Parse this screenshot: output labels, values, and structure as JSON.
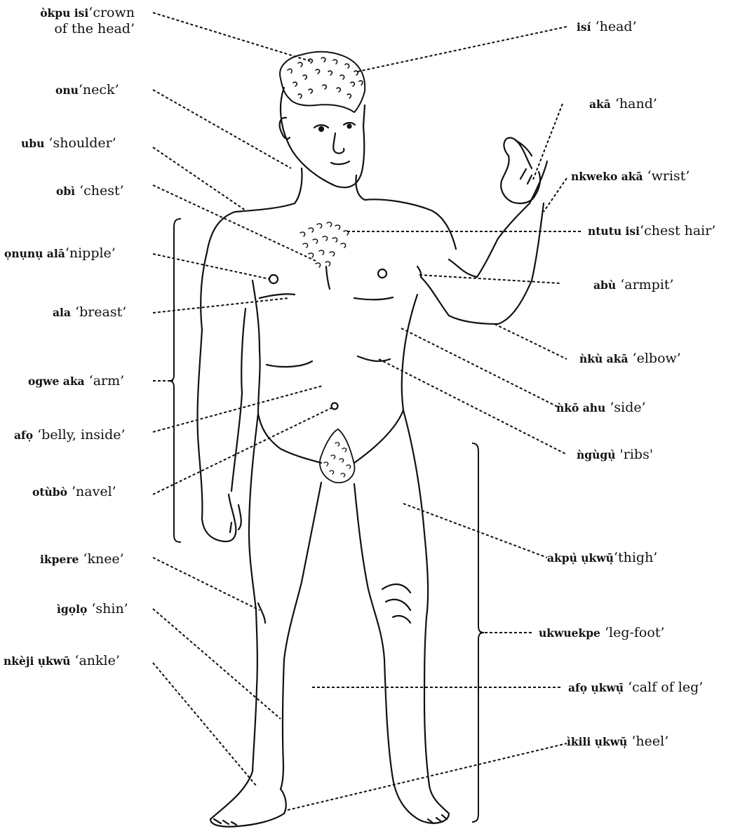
{
  "labels": [
    {
      "id": "crown",
      "word": "òkpu isi",
      "gloss": "‘crown\nof the head’"
    },
    {
      "id": "head",
      "word": "isí",
      "gloss": " ‘head’"
    },
    {
      "id": "neck",
      "word": "onu",
      "gloss": "‘neck’"
    },
    {
      "id": "hand",
      "word": "akā",
      "gloss": " ‘hand’"
    },
    {
      "id": "shoulder",
      "word": "ubu",
      "gloss": " ‘shoulder’"
    },
    {
      "id": "wrist",
      "word": "nkweko akā",
      "gloss": " ‘wrist’"
    },
    {
      "id": "chest",
      "word": "obì",
      "gloss": " ‘chest’"
    },
    {
      "id": "chest_hair",
      "word": "ntutu isi",
      "gloss": "‘chest hair’"
    },
    {
      "id": "nipple",
      "word": "ọnụnụ alā",
      "gloss": "‘nipple’"
    },
    {
      "id": "armpit",
      "word": "abù",
      "gloss": "  ‘armpit’"
    },
    {
      "id": "breast",
      "word": "ala",
      "gloss": " ‘breast’"
    },
    {
      "id": "elbow",
      "word": "ǹkù akā",
      "gloss": " ‘elbow’"
    },
    {
      "id": "arm",
      "word": "ogwe aka",
      "gloss": " ‘arm’"
    },
    {
      "id": "side",
      "word": "ǹkō ahu",
      "gloss": " ‘side’"
    },
    {
      "id": "belly",
      "word": "afọ",
      "gloss": " ‘belly, inside’"
    },
    {
      "id": "ribs",
      "word": "ǹgùgụ̀",
      "gloss": "  'ribs'"
    },
    {
      "id": "navel",
      "word": "otùbò",
      "gloss": " ‘navel’"
    },
    {
      "id": "thigh",
      "word": "akpụ̀ ụkwū̩",
      "gloss": "‘thigh’"
    },
    {
      "id": "knee",
      "word": "ikpere",
      "gloss": " ‘knee’"
    },
    {
      "id": "leg_foot",
      "word": "ukwuekpe",
      "gloss": " ‘leg-foot’"
    },
    {
      "id": "shin",
      "word": "ìgọlọ",
      "gloss": " ‘shin’"
    },
    {
      "id": "ankle",
      "word": "nkèji ụkwū",
      "gloss": " ‘ankle’"
    },
    {
      "id": "calf",
      "word": "afọ ụkwụ̄",
      "gloss": " ‘calf of leg’"
    },
    {
      "id": "heel",
      "word": "ìkili ụkwū̩",
      "gloss": "  ‘heel’"
    }
  ]
}
